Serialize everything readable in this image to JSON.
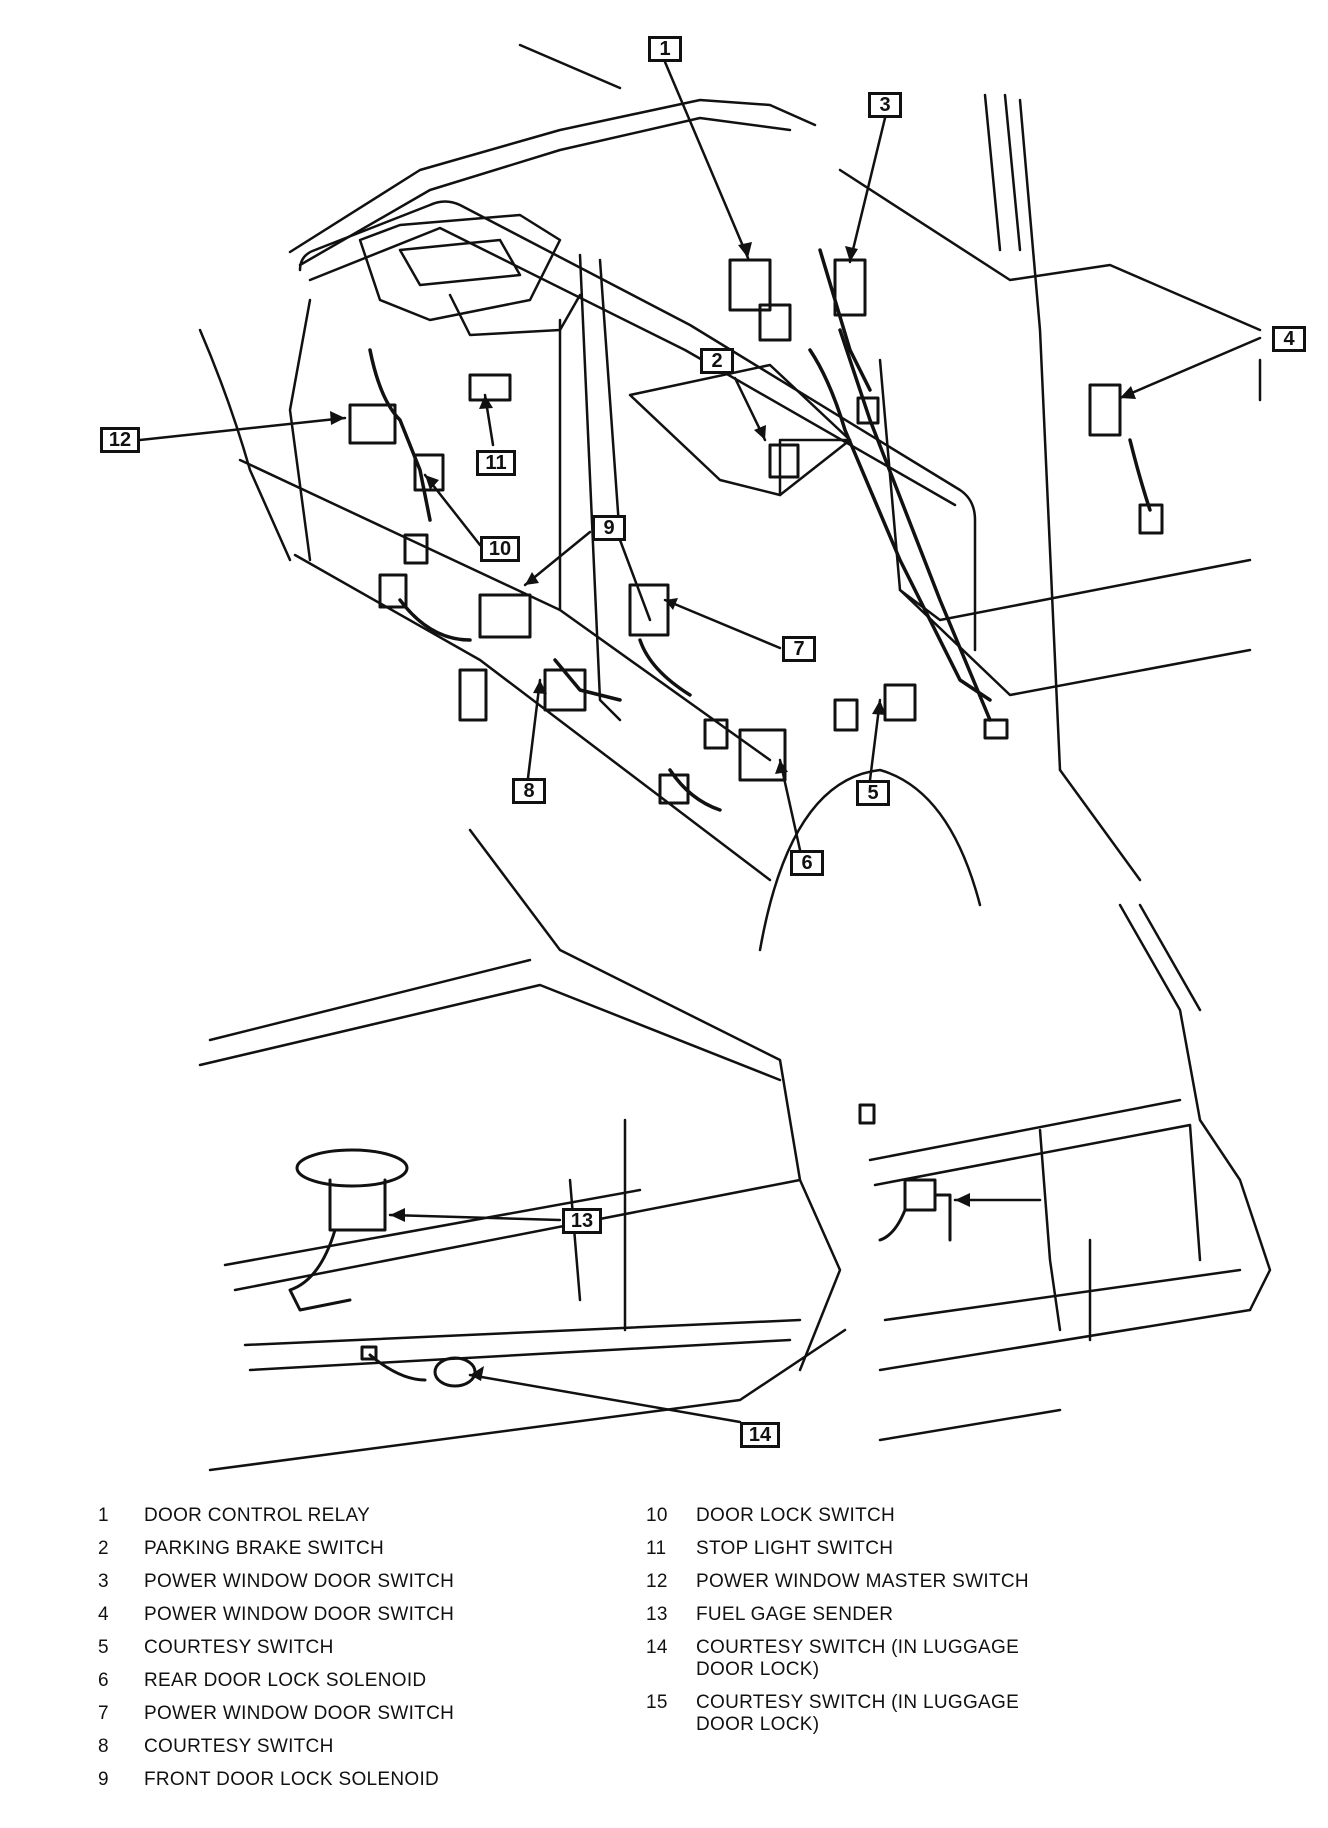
{
  "callouts": [
    {
      "id": "1",
      "label": "1"
    },
    {
      "id": "2",
      "label": "2"
    },
    {
      "id": "3",
      "label": "3"
    },
    {
      "id": "4",
      "label": "4"
    },
    {
      "id": "5",
      "label": "5"
    },
    {
      "id": "6",
      "label": "6"
    },
    {
      "id": "7",
      "label": "7"
    },
    {
      "id": "8",
      "label": "8"
    },
    {
      "id": "9",
      "label": "9"
    },
    {
      "id": "10",
      "label": "10"
    },
    {
      "id": "11",
      "label": "11"
    },
    {
      "id": "12",
      "label": "12"
    },
    {
      "id": "13",
      "label": "13"
    },
    {
      "id": "14",
      "label": "14"
    }
  ],
  "legend": {
    "left": [
      {
        "num": "1",
        "text": "DOOR CONTROL RELAY"
      },
      {
        "num": "2",
        "text": "PARKING BRAKE SWITCH"
      },
      {
        "num": "3",
        "text": "POWER WINDOW DOOR SWITCH"
      },
      {
        "num": "4",
        "text": "POWER WINDOW DOOR SWITCH"
      },
      {
        "num": "5",
        "text": "COURTESY SWITCH"
      },
      {
        "num": "6",
        "text": "REAR DOOR LOCK SOLENOID"
      },
      {
        "num": "7",
        "text": "POWER WINDOW DOOR SWITCH"
      },
      {
        "num": "8",
        "text": "COURTESY SWITCH"
      },
      {
        "num": "9",
        "text": "FRONT DOOR LOCK SOLENOID"
      }
    ],
    "right": [
      {
        "num": "10",
        "text": "DOOR LOCK SWITCH"
      },
      {
        "num": "11",
        "text": "STOP LIGHT SWITCH"
      },
      {
        "num": "12",
        "text": "POWER WINDOW MASTER SWITCH"
      },
      {
        "num": "13",
        "text": "FUEL GAGE SENDER"
      },
      {
        "num": "14",
        "text": "COURTESY SWITCH (IN LUGGAGE\nDOOR LOCK)"
      },
      {
        "num": "15",
        "text": "COURTESY SWITCH (IN LUGGAGE\nDOOR LOCK)"
      }
    ]
  }
}
